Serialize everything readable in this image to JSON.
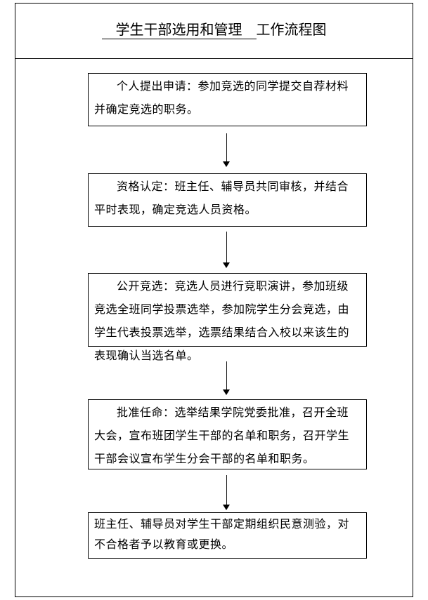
{
  "document": {
    "title": {
      "underlined_text": "　学生干部选用和管理　",
      "plain_text": "工作流程图"
    },
    "flowchart": {
      "steps": [
        {
          "text": "个人提出申请：参加竞选的同学提交自荐材料并确定竞选的职务。"
        },
        {
          "text": "资格认定：班主任、辅导员共同审核，并结合平时表现，确定竞选人员资格。"
        },
        {
          "text": "公开竞选：竞选人员进行竞职演讲，参加班级竞选全班同学投票选举，参加院学生分会竞选，由学生代表投票选举，选票结果结合入校以来该生的表现确认当选名单。"
        },
        {
          "text": "批准任命：选举结果学院党委批准，召开全班大会，宣布班团学生干部的名单和职务，召开学生干部会议宣布学生分会干部的名单和职务。"
        },
        {
          "text": "班主任、辅导员对学生干部定期组织民意测验，对不合格者予以教育或更换。"
        }
      ]
    },
    "colors": {
      "border": "#000000",
      "text": "#000000",
      "background": "#ffffff"
    }
  }
}
